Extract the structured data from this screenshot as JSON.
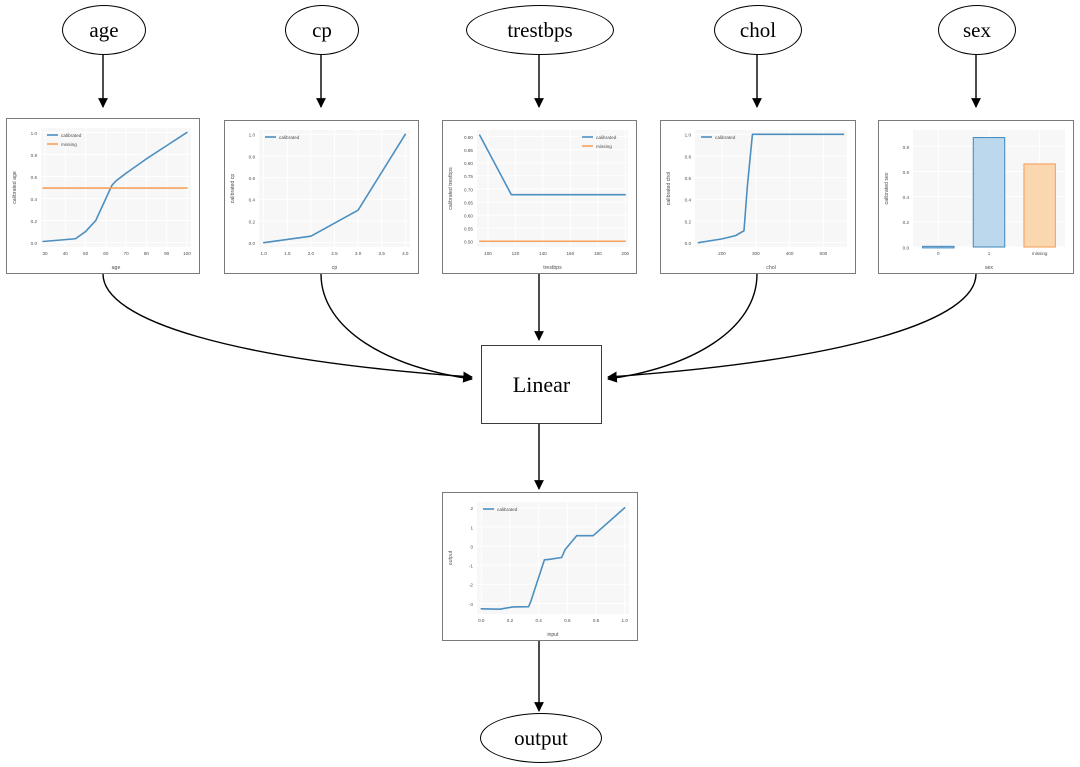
{
  "graph": {
    "input_nodes": [
      {
        "id": "age",
        "label": "age"
      },
      {
        "id": "cp",
        "label": "cp"
      },
      {
        "id": "trestbps",
        "label": "trestbps"
      },
      {
        "id": "chol",
        "label": "chol"
      },
      {
        "id": "sex",
        "label": "sex"
      }
    ],
    "linear_node": {
      "label": "Linear"
    },
    "output_node": {
      "label": "output"
    }
  },
  "legend_labels": {
    "calibrated": "calibrated",
    "missing": "missing"
  },
  "colors": {
    "calibrated": "#4c8fc0",
    "missing": "#f5a15e",
    "bar_blue_fill": "#bcd8ec",
    "bar_blue_edge": "#4c8fc0",
    "bar_orange_fill": "#fbd7b0",
    "bar_orange_edge": "#f5a15e",
    "plot_bg": "#f7f7f7",
    "grid": "#ffffff",
    "edge": "#000000",
    "panel_border": "#7a7a7a"
  },
  "chart_data": [
    {
      "id": "age",
      "type": "line",
      "title": "",
      "xlabel": "age",
      "ylabel": "calibrated age",
      "xlim": [
        28,
        102
      ],
      "ylim": [
        -0.04,
        1.04
      ],
      "xticks": [
        30,
        40,
        50,
        60,
        70,
        80,
        90,
        100
      ],
      "yticks": [
        0.0,
        0.2,
        0.4,
        0.6,
        0.8,
        1.0
      ],
      "grid": true,
      "legend": [
        "calibrated",
        "missing"
      ],
      "legend_position": "upper-left",
      "series": [
        {
          "name": "calibrated",
          "x": [
            29,
            45,
            50,
            55,
            60,
            63,
            65,
            70,
            80,
            90,
            100
          ],
          "y": [
            0.01,
            0.035,
            0.1,
            0.2,
            0.4,
            0.52,
            0.56,
            0.63,
            0.76,
            0.88,
            1.0
          ]
        },
        {
          "name": "missing",
          "x": [
            29,
            100
          ],
          "y": [
            0.495,
            0.495
          ]
        }
      ]
    },
    {
      "id": "cp",
      "type": "line",
      "xlabel": "cp",
      "ylabel": "calibrated cp",
      "xlim": [
        0.9,
        4.1
      ],
      "ylim": [
        -0.04,
        1.04
      ],
      "xticks": [
        1.0,
        1.5,
        2.0,
        2.5,
        3.0,
        3.5,
        4.0
      ],
      "yticks": [
        0.0,
        0.2,
        0.4,
        0.6,
        0.8,
        1.0
      ],
      "grid": true,
      "legend": [
        "calibrated"
      ],
      "legend_position": "upper-left",
      "series": [
        {
          "name": "calibrated",
          "x": [
            1.0,
            2.0,
            3.0,
            4.0
          ],
          "y": [
            0.0,
            0.06,
            0.3,
            1.0
          ]
        }
      ]
    },
    {
      "id": "trestbps",
      "type": "line",
      "xlabel": "trestbps",
      "ylabel": "calibrated trestbps",
      "xlim": [
        92,
        202
      ],
      "ylim": [
        0.478,
        0.925
      ],
      "xticks": [
        100,
        120,
        140,
        160,
        180,
        200
      ],
      "yticks": [
        0.5,
        0.55,
        0.6,
        0.65,
        0.7,
        0.75,
        0.8,
        0.85,
        0.9
      ],
      "grid": true,
      "legend": [
        "calibrated",
        "missing"
      ],
      "legend_position": "upper-right",
      "series": [
        {
          "name": "calibrated",
          "x": [
            94,
            117,
            200
          ],
          "y": [
            0.905,
            0.678,
            0.678
          ]
        },
        {
          "name": "missing",
          "x": [
            94,
            200
          ],
          "y": [
            0.5,
            0.5
          ]
        }
      ]
    },
    {
      "id": "chol",
      "type": "line",
      "xlabel": "chol",
      "ylabel": "calibrated chol",
      "xlim": [
        120,
        570
      ],
      "ylim": [
        -0.04,
        1.04
      ],
      "xticks": [
        200,
        300,
        400,
        500
      ],
      "yticks": [
        0.0,
        0.2,
        0.4,
        0.6,
        0.8,
        1.0
      ],
      "grid": true,
      "legend": [
        "calibrated"
      ],
      "legend_position": "upper-left",
      "series": [
        {
          "name": "calibrated",
          "x": [
            130,
            200,
            240,
            265,
            275,
            290,
            560
          ],
          "y": [
            0.0,
            0.035,
            0.065,
            0.11,
            0.52,
            1.0,
            1.0
          ]
        }
      ]
    },
    {
      "id": "sex",
      "type": "bar",
      "xlabel": "sex",
      "ylabel": "calibrated sex",
      "categories": [
        "0",
        "1",
        "missing"
      ],
      "values": [
        0.005,
        0.87,
        0.66
      ],
      "bar_colors": [
        "calibrated",
        "calibrated",
        "missing"
      ],
      "ylim": [
        0.0,
        0.93
      ],
      "yticks": [
        0.0,
        0.2,
        0.4,
        0.6,
        0.8
      ],
      "grid": true,
      "legend": []
    },
    {
      "id": "output",
      "type": "line",
      "xlabel": "input",
      "ylabel": "output",
      "xlim": [
        -0.03,
        1.03
      ],
      "ylim": [
        -3.55,
        2.3
      ],
      "xticks": [
        0.0,
        0.2,
        0.4,
        0.6,
        0.8,
        1.0
      ],
      "yticks": [
        -3,
        -2,
        -1,
        0,
        1,
        2
      ],
      "grid": true,
      "legend": [
        "calibrated"
      ],
      "legend_position": "upper-left",
      "series": [
        {
          "name": "calibrated",
          "x": [
            0.0,
            0.13,
            0.22,
            0.33,
            0.345,
            0.44,
            0.47,
            0.56,
            0.585,
            0.665,
            0.78,
            1.0
          ],
          "y": [
            -3.28,
            -3.3,
            -3.18,
            -3.17,
            -2.9,
            -0.72,
            -0.7,
            -0.6,
            -0.18,
            0.54,
            0.54,
            2.0
          ]
        }
      ]
    }
  ]
}
